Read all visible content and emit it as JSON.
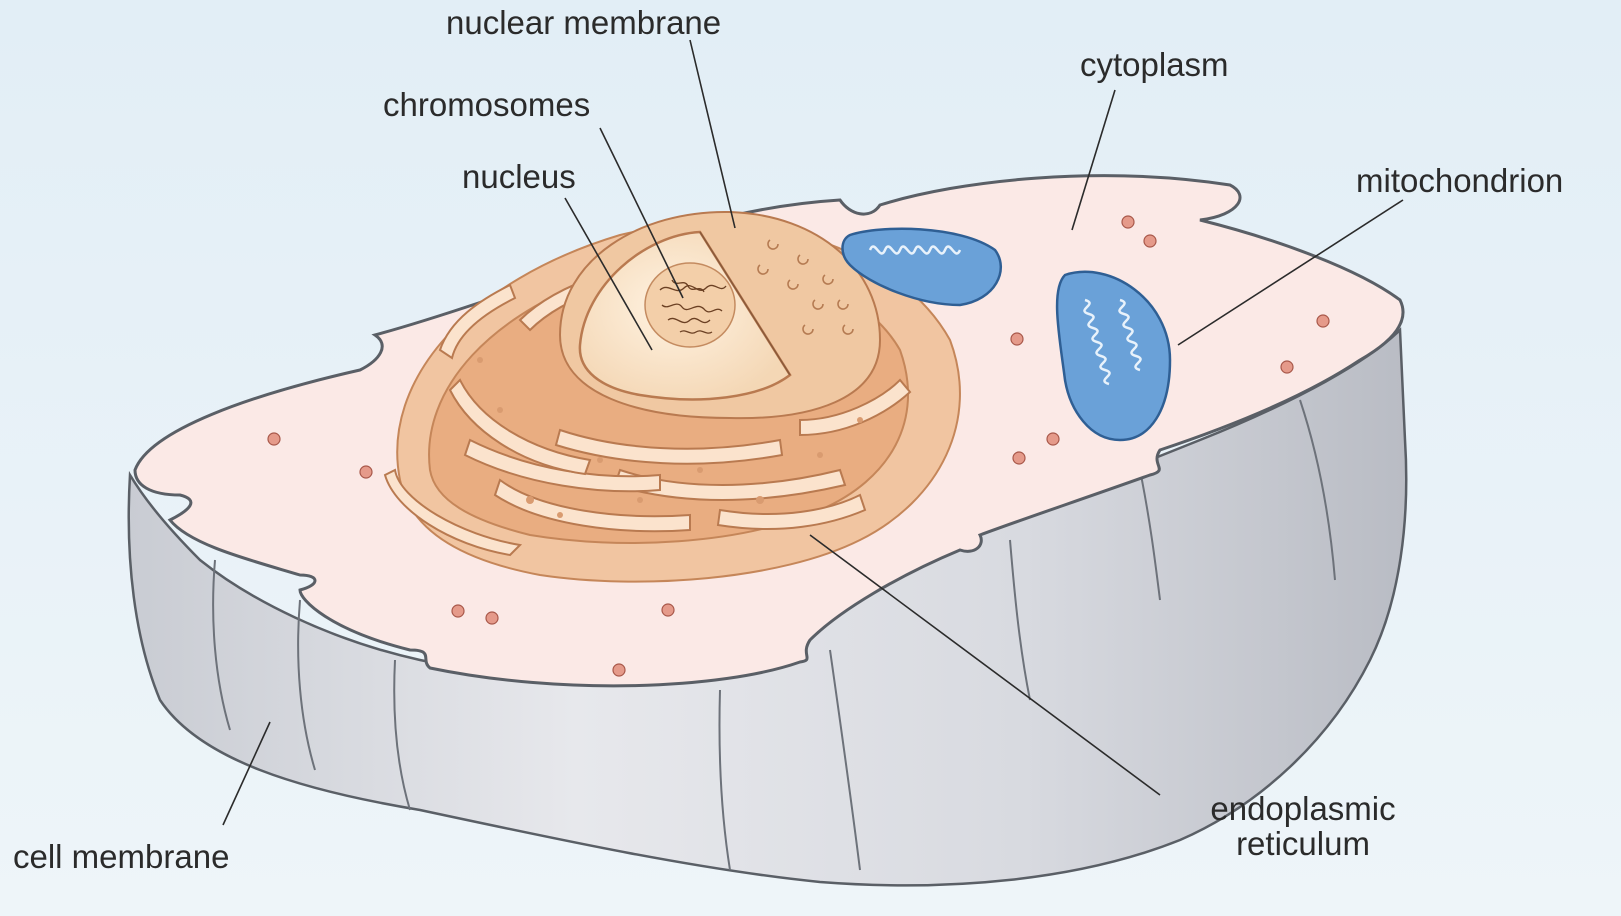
{
  "labels": {
    "nuclear_membrane": "nuclear membrane",
    "cytoplasm": "cytoplasm",
    "chromosomes": "chromosomes",
    "nucleus": "nucleus",
    "mitochondrion": "mitochondrion",
    "cell_membrane": "cell membrane",
    "endoplasmic_reticulum_line1": "endoplasmic",
    "endoplasmic_reticulum_line2": "reticulum"
  },
  "colors": {
    "background": "#e8f1f7",
    "cytoplasm": "#fbe9e6",
    "membrane_wall": "#d4d6dc",
    "membrane_edge": "#5a5f66",
    "er": "#e5ad84",
    "nucleus": "#fbe8cf",
    "mitochondrion": "#5b93cf",
    "ribosome": "#e59a8a",
    "leader_line": "#2b2b2b"
  }
}
